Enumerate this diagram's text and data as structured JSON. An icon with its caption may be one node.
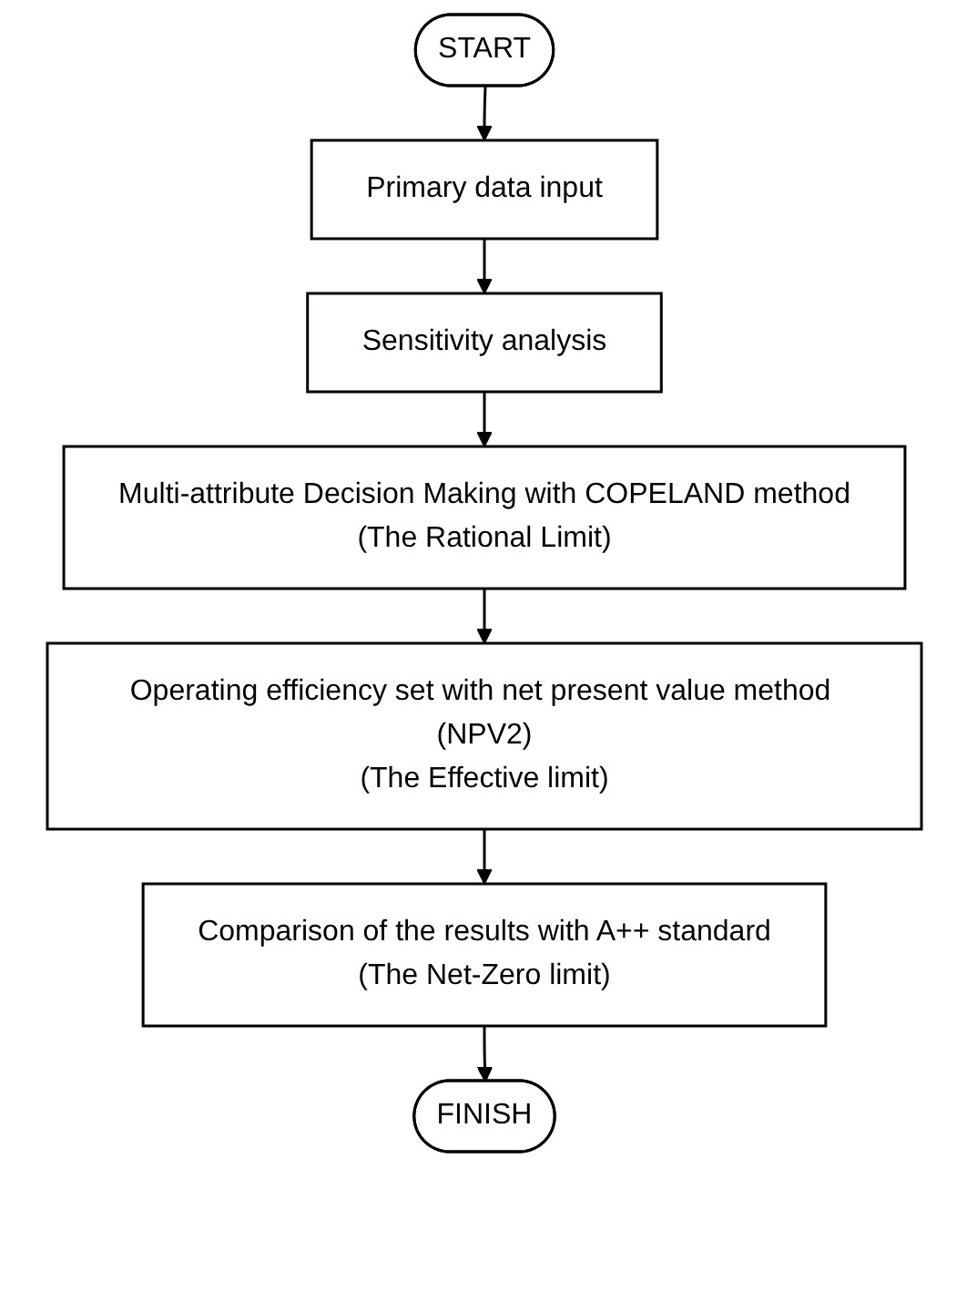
{
  "diagram": {
    "nodes": [
      {
        "text": [
          "START"
        ]
      },
      {
        "text": [
          "Primary data input"
        ]
      },
      {
        "text": [
          "Sensitivity analysis"
        ]
      },
      {
        "text": [
          "Multi-attribute Decision Making with COPELAND method",
          "(The Rational Limit)"
        ]
      },
      {
        "text": [
          "Operating efficiency set with net present value method (NPV2)",
          "(The Effective limit)"
        ]
      },
      {
        "text": [
          "Comparison of the results with A++ standard",
          "(The Net-Zero limit)"
        ]
      },
      {
        "text": [
          "FINISH"
        ]
      }
    ],
    "edges": [
      {
        "from": 0,
        "to": 1,
        "arrow": "to"
      },
      {
        "from": 1,
        "to": 2,
        "arrow": "to"
      },
      {
        "from": 2,
        "to": 3,
        "arrow": "to"
      },
      {
        "from": 3,
        "to": 4,
        "arrow": "to"
      },
      {
        "from": 4,
        "to": 5,
        "arrow": "to"
      },
      {
        "from": 5,
        "to": 6,
        "arrow": "to"
      }
    ]
  }
}
